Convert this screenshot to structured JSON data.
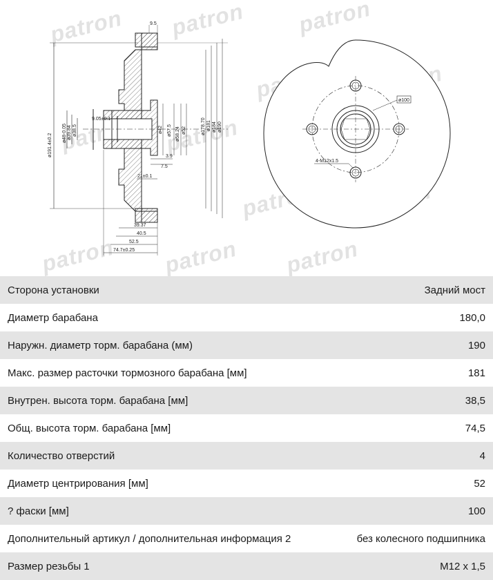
{
  "drawing": {
    "watermark": "patron",
    "dimensions": {
      "d_9_5": "9.5",
      "d_191": "ø191.4±0.2",
      "d_48": "ø48-0.05",
      "d_39": "ø39.84",
      "d_38": "ø38.5",
      "d_9_05": "9.05±0.1",
      "d_42": "ø42",
      "d_57": "ø57.5",
      "d_58": "ø58.24",
      "d_52": "ø52",
      "d_178": "ø178.70",
      "d_181": "ø181",
      "d_184": "ø184",
      "d_190": "ø190",
      "d_3_9": "3.9",
      "d_7_5": "7.5",
      "d_21": "21±0.1",
      "d_39_37": "39.37",
      "d_40_5": "40.5",
      "d_52_5": "52.5",
      "d_74_7": "74.7±0.25",
      "d_pcd": "ø100",
      "d_holes": "4-M12x1.5"
    }
  },
  "specs": [
    {
      "label": "Сторона установки",
      "value": "Задний мост"
    },
    {
      "label": "Диаметр барабана",
      "value": "180,0"
    },
    {
      "label": "Наружн. диаметр торм. барабана (мм)",
      "value": "190"
    },
    {
      "label": "Макс. размер расточки тормозного барабана [мм]",
      "value": "181"
    },
    {
      "label": "Внутрен. высота торм. барабана [мм]",
      "value": "38,5"
    },
    {
      "label": "Общ. высота торм. барабана [мм]",
      "value": "74,5"
    },
    {
      "label": "Количество отверстий",
      "value": "4"
    },
    {
      "label": "Диаметр центрирования [мм]",
      "value": "52"
    },
    {
      "label": "? фаски [мм]",
      "value": "100"
    },
    {
      "label": "Дополнительный артикул / дополнительная информация 2",
      "value": "без колесного подшипника"
    },
    {
      "label": "Размер резьбы 1",
      "value": "M12 x 1,5"
    }
  ]
}
